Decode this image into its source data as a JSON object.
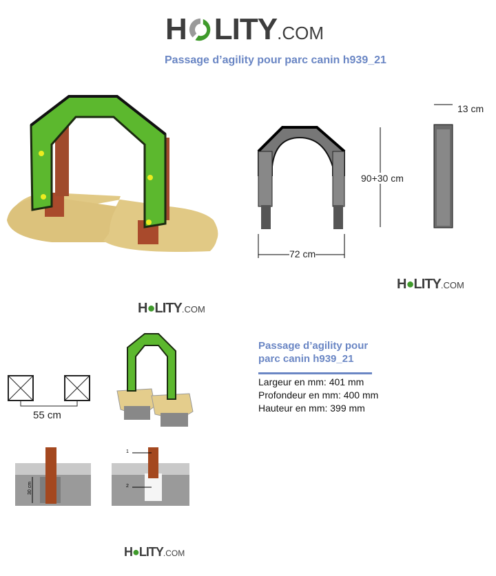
{
  "brand": {
    "name_pre": "H",
    "name_post": "LITY",
    "suffix": ".COM",
    "colors": {
      "text": "#3d3d3d",
      "ring_green": "#3f9a2b",
      "ring_gray": "#9a9a9a"
    }
  },
  "page_title": "Passage d’agility pour parc canin h939_21",
  "dimensions": {
    "depth": "13 cm",
    "height": "90+30 cm",
    "width": "72 cm",
    "spacing": "55 cm",
    "footing": "30 cm"
  },
  "callouts": {
    "one": "1",
    "two": "2"
  },
  "specs": {
    "title_line1": "Passage d’agility pour",
    "title_line2": "parc canin h939_21",
    "items": [
      "Largeur en mm: 401 mm",
      "Profondeur en mm: 400 mm",
      "Hauteur en mm: 399 mm"
    ]
  },
  "accent_color": "#6a86c4"
}
